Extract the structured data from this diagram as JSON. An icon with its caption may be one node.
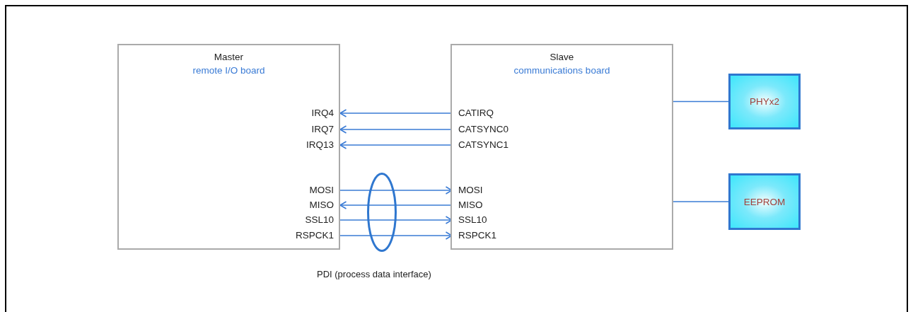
{
  "diagram": {
    "nodes": [
      {
        "text": [
          "Master",
          "remote I/O board"
        ]
      },
      {
        "text": [
          "IRQ4"
        ],
        "in": 0
      },
      {
        "text": [
          "IRQ7"
        ],
        "in": 0
      },
      {
        "text": [
          "IRQ13"
        ],
        "in": 0
      },
      {
        "text": [
          "MOSI"
        ],
        "in": 0
      },
      {
        "text": [
          "MISO"
        ],
        "in": 0
      },
      {
        "text": [
          "SSL10"
        ],
        "in": 0
      },
      {
        "text": [
          "RSPCK1"
        ],
        "in": 0
      },
      {
        "text": [
          "Slave",
          "communications board"
        ]
      },
      {
        "text": [
          "CATIRQ"
        ],
        "in": 8
      },
      {
        "text": [
          "CATSYNC0"
        ],
        "in": 8
      },
      {
        "text": [
          "CATSYNC1"
        ],
        "in": 8
      },
      {
        "text": [
          "MOSI"
        ],
        "in": 8
      },
      {
        "text": [
          "MISO"
        ],
        "in": 8
      },
      {
        "text": [
          "SSL10"
        ],
        "in": 8
      },
      {
        "text": [
          "RSPCK1"
        ],
        "in": 8
      },
      {
        "text": [
          "PHYx2"
        ]
      },
      {
        "text": [
          "EEPROM"
        ]
      }
    ],
    "edges": [
      {
        "from": 9,
        "to": 1,
        "arrow": "to"
      },
      {
        "from": 10,
        "to": 2,
        "arrow": "to"
      },
      {
        "from": 11,
        "to": 3,
        "arrow": "to"
      },
      {
        "from": 4,
        "to": 12,
        "arrow": "to"
      },
      {
        "from": 13,
        "to": 5,
        "arrow": "to"
      },
      {
        "from": 6,
        "to": 14,
        "arrow": "to"
      },
      {
        "from": 7,
        "to": 15,
        "arrow": "to"
      },
      {
        "from": 8,
        "to": 16,
        "arrow": "none"
      },
      {
        "from": 8,
        "to": 17,
        "arrow": "none"
      }
    ],
    "labels": [
      "PDI (process data interface)"
    ]
  }
}
